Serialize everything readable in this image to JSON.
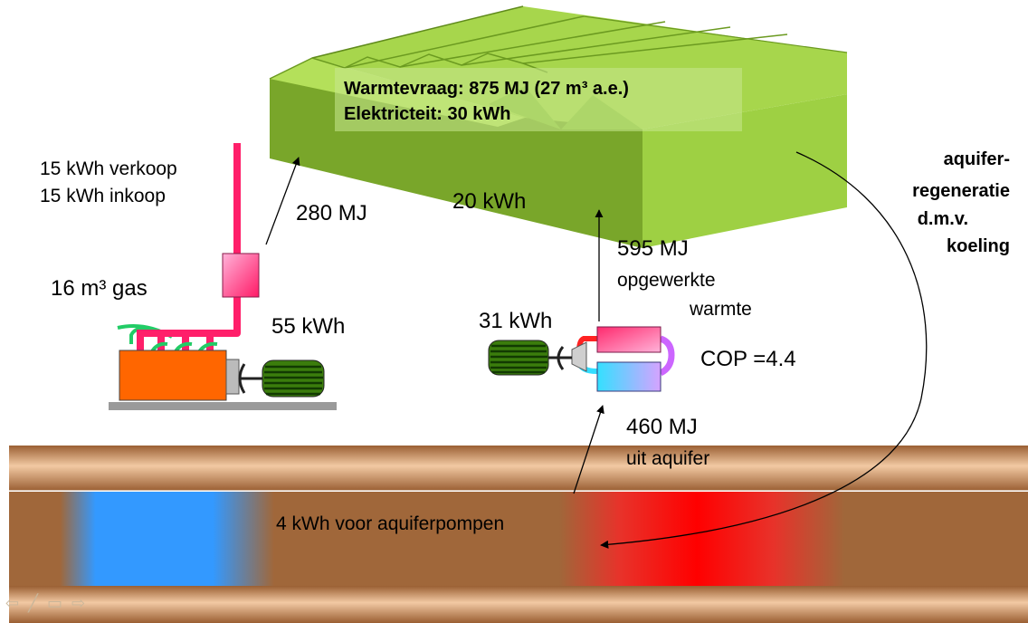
{
  "greenhouse": {
    "demand_line1": "Warmtevraag: 875 MJ (27 m³ a.e.)",
    "demand_line2": "Elektricteit: 30 kWh"
  },
  "chp": {
    "sale": "15 kWh verkoop",
    "purchase": "15 kWh inkoop",
    "gas": "16 m³ gas",
    "heat_out": "280 MJ",
    "electricity": "55 kWh"
  },
  "greenhouse_electricity": "20 kWh",
  "heat_pump": {
    "electricity": "31 kWh",
    "upgraded_heat_value": "595 MJ",
    "upgraded_heat_line1": "opgewerkte",
    "upgraded_heat_line2": "warmte",
    "cop": "COP =4.4",
    "aquifer_heat_value": "460 MJ",
    "aquifer_heat_label": "uit aquifer"
  },
  "aquifer": {
    "pumps": "4 kWh voor aquiferpompen",
    "regen_line1": "aquifer-",
    "regen_line2": "regeneratie",
    "regen_line3": "d.m.v.",
    "regen_line4": "koeling"
  },
  "colors": {
    "greenhouse": "#99cc33",
    "pipe_pink": "#ff1f6a",
    "engine": "#ff6600",
    "ground": "#a0673a",
    "warm_well": "#ff1a1a",
    "cold_well": "#3399ff"
  },
  "slide_nav": {
    "prev_icon": "arrow-left-icon",
    "pen_icon": "pen-icon",
    "menu_icon": "menu-icon",
    "next_icon": "arrow-right-icon"
  }
}
